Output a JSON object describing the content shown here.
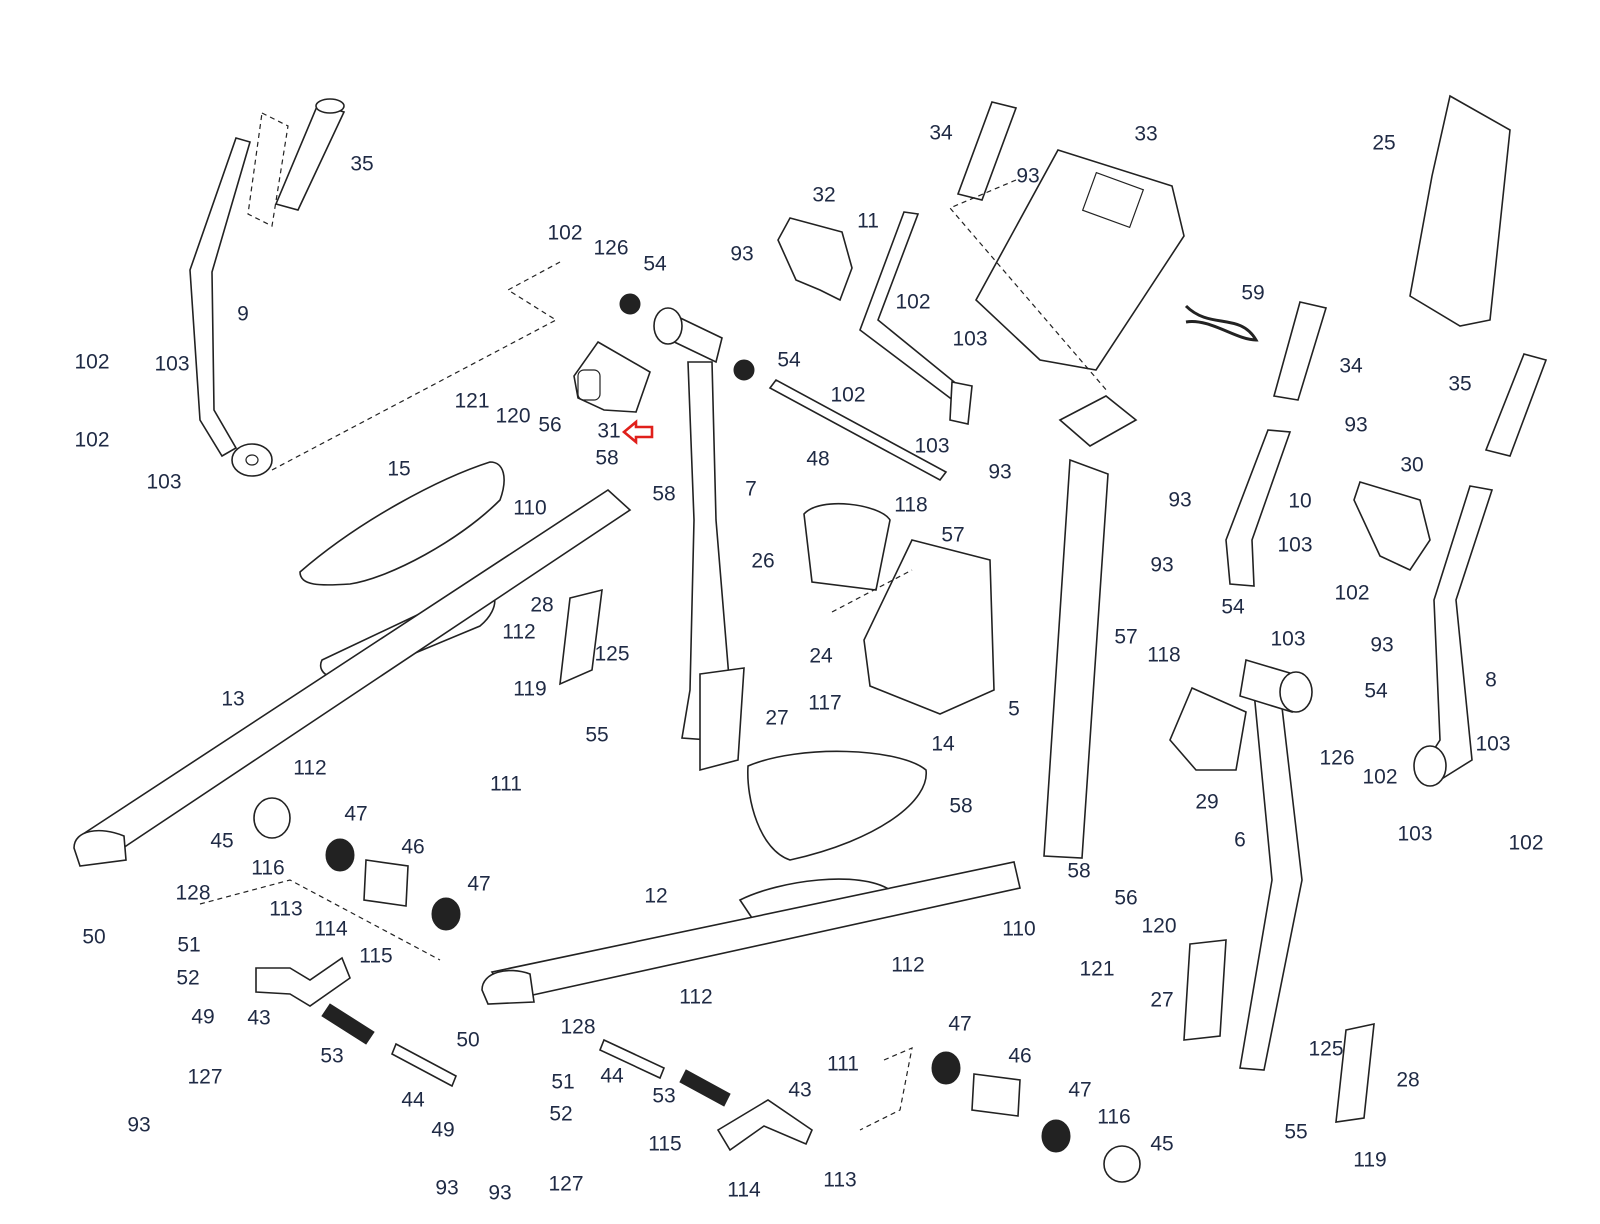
{
  "diagram": {
    "type": "exploded-parts-diagram",
    "subject": "elliptical trainer assembly",
    "highlight": {
      "part": "31",
      "marker": "red-arrow",
      "color": "#e0201b"
    },
    "label_color": "#1f2a44",
    "labels": [
      {
        "id": "35a",
        "text": "35"
      },
      {
        "id": "9",
        "text": "9"
      },
      {
        "id": "102a",
        "text": "102"
      },
      {
        "id": "103a",
        "text": "103"
      },
      {
        "id": "102b",
        "text": "102"
      },
      {
        "id": "103b",
        "text": "103"
      },
      {
        "id": "102c",
        "text": "102"
      },
      {
        "id": "126a",
        "text": "126"
      },
      {
        "id": "54a",
        "text": "54"
      },
      {
        "id": "93a",
        "text": "93"
      },
      {
        "id": "32",
        "text": "32"
      },
      {
        "id": "54b",
        "text": "54"
      },
      {
        "id": "31",
        "text": "31"
      },
      {
        "id": "7",
        "text": "7"
      },
      {
        "id": "121a",
        "text": "121"
      },
      {
        "id": "120a",
        "text": "120"
      },
      {
        "id": "56a",
        "text": "56"
      },
      {
        "id": "58a",
        "text": "58"
      },
      {
        "id": "110a",
        "text": "110"
      },
      {
        "id": "58b",
        "text": "58"
      },
      {
        "id": "15",
        "text": "15"
      },
      {
        "id": "34a",
        "text": "34"
      },
      {
        "id": "93b",
        "text": "93"
      },
      {
        "id": "33",
        "text": "33"
      },
      {
        "id": "11",
        "text": "11"
      },
      {
        "id": "102d",
        "text": "102"
      },
      {
        "id": "103c",
        "text": "103"
      },
      {
        "id": "102e",
        "text": "102"
      },
      {
        "id": "103d",
        "text": "103"
      },
      {
        "id": "48",
        "text": "48"
      },
      {
        "id": "25",
        "text": "25"
      },
      {
        "id": "59",
        "text": "59"
      },
      {
        "id": "34b",
        "text": "34"
      },
      {
        "id": "93c",
        "text": "93"
      },
      {
        "id": "35b",
        "text": "35"
      },
      {
        "id": "93d",
        "text": "93"
      },
      {
        "id": "118a",
        "text": "118"
      },
      {
        "id": "57a",
        "text": "57"
      },
      {
        "id": "93e",
        "text": "93"
      },
      {
        "id": "93f",
        "text": "93"
      },
      {
        "id": "26",
        "text": "26"
      },
      {
        "id": "24",
        "text": "24"
      },
      {
        "id": "117",
        "text": "117"
      },
      {
        "id": "5",
        "text": "5"
      },
      {
        "id": "57b",
        "text": "57"
      },
      {
        "id": "118b",
        "text": "118"
      },
      {
        "id": "54c",
        "text": "54"
      },
      {
        "id": "10",
        "text": "10"
      },
      {
        "id": "30",
        "text": "30"
      },
      {
        "id": "103e",
        "text": "103"
      },
      {
        "id": "102f",
        "text": "102"
      },
      {
        "id": "103f",
        "text": "103"
      },
      {
        "id": "93g",
        "text": "93"
      },
      {
        "id": "8",
        "text": "8"
      },
      {
        "id": "54d",
        "text": "54"
      },
      {
        "id": "126b",
        "text": "126"
      },
      {
        "id": "102g",
        "text": "102"
      },
      {
        "id": "103g",
        "text": "103"
      },
      {
        "id": "103h",
        "text": "103"
      },
      {
        "id": "102h",
        "text": "102"
      },
      {
        "id": "29",
        "text": "29"
      },
      {
        "id": "6",
        "text": "6"
      },
      {
        "id": "13",
        "text": "13"
      },
      {
        "id": "112a",
        "text": "112"
      },
      {
        "id": "119a",
        "text": "119"
      },
      {
        "id": "28a",
        "text": "28"
      },
      {
        "id": "125a",
        "text": "125"
      },
      {
        "id": "55a",
        "text": "55"
      },
      {
        "id": "27a",
        "text": "27"
      },
      {
        "id": "112b",
        "text": "112"
      },
      {
        "id": "111a",
        "text": "111"
      },
      {
        "id": "14",
        "text": "14"
      },
      {
        "id": "58c",
        "text": "58"
      },
      {
        "id": "45a",
        "text": "45"
      },
      {
        "id": "116a",
        "text": "116"
      },
      {
        "id": "47a",
        "text": "47"
      },
      {
        "id": "46a",
        "text": "46"
      },
      {
        "id": "47b",
        "text": "47"
      },
      {
        "id": "128a",
        "text": "128"
      },
      {
        "id": "50a",
        "text": "50"
      },
      {
        "id": "113a",
        "text": "113"
      },
      {
        "id": "114a",
        "text": "114"
      },
      {
        "id": "51a",
        "text": "51"
      },
      {
        "id": "115a",
        "text": "115"
      },
      {
        "id": "52a",
        "text": "52"
      },
      {
        "id": "43a",
        "text": "43"
      },
      {
        "id": "49a",
        "text": "49"
      },
      {
        "id": "53a",
        "text": "53"
      },
      {
        "id": "127a",
        "text": "127"
      },
      {
        "id": "44a",
        "text": "44"
      },
      {
        "id": "93h",
        "text": "93"
      },
      {
        "id": "12",
        "text": "12"
      },
      {
        "id": "58d",
        "text": "58"
      },
      {
        "id": "56b",
        "text": "56"
      },
      {
        "id": "110b",
        "text": "110"
      },
      {
        "id": "120b",
        "text": "120"
      },
      {
        "id": "121b",
        "text": "121"
      },
      {
        "id": "112c",
        "text": "112"
      },
      {
        "id": "112d",
        "text": "112"
      },
      {
        "id": "111b",
        "text": "111"
      },
      {
        "id": "27b",
        "text": "27"
      },
      {
        "id": "125b",
        "text": "125"
      },
      {
        "id": "28b",
        "text": "28"
      },
      {
        "id": "128b",
        "text": "128"
      },
      {
        "id": "50b",
        "text": "50"
      },
      {
        "id": "51b",
        "text": "51"
      },
      {
        "id": "44b",
        "text": "44"
      },
      {
        "id": "52b",
        "text": "52"
      },
      {
        "id": "53b",
        "text": "53"
      },
      {
        "id": "43b",
        "text": "43"
      },
      {
        "id": "47c",
        "text": "47"
      },
      {
        "id": "46b",
        "text": "46"
      },
      {
        "id": "49b",
        "text": "49"
      },
      {
        "id": "115b",
        "text": "115"
      },
      {
        "id": "47d",
        "text": "47"
      },
      {
        "id": "116b",
        "text": "116"
      },
      {
        "id": "45b",
        "text": "45"
      },
      {
        "id": "55b",
        "text": "55"
      },
      {
        "id": "119b",
        "text": "119"
      },
      {
        "id": "93i",
        "text": "93"
      },
      {
        "id": "93j",
        "text": "93"
      },
      {
        "id": "127b",
        "text": "127"
      },
      {
        "id": "114b",
        "text": "114"
      },
      {
        "id": "113b",
        "text": "113"
      }
    ]
  }
}
